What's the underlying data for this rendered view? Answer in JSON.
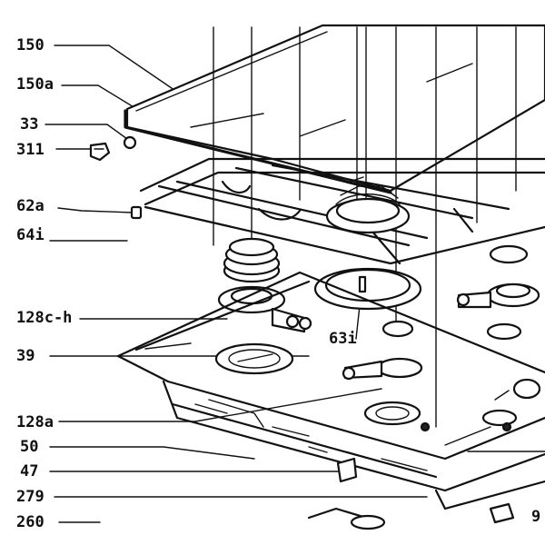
{
  "diagram": {
    "labels": {
      "l150": "150",
      "l150a": "150a",
      "l33": "33",
      "l311": "311",
      "l62a": "62a",
      "l64i": "64i",
      "l128ch": "128c-h",
      "l39": "39",
      "l63i": "63i",
      "l128a": "128a",
      "l50": "50",
      "l47": "47",
      "l279": "279",
      "l260": "260",
      "l9": "9"
    }
  }
}
